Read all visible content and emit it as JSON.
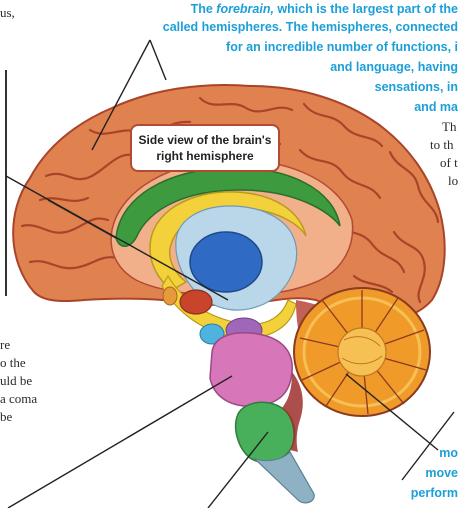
{
  "label_box": "Side view of the brain's right hemisphere",
  "top_left_fragment": "us,",
  "forebrain_intro": {
    "lead": "The ",
    "term": "forebrain,",
    "rest": " which is the largest part of the"
  },
  "blue_lines": [
    "called hemispheres. The hemispheres, connected",
    "for an incredible number of functions, i",
    "and language, having",
    "sensations, in",
    "and ma"
  ],
  "right_fragments": [
    "Th",
    "to th",
    "of t",
    "lo"
  ],
  "left_fragments": [
    "re",
    "o the",
    "uld be",
    "a coma",
    "be"
  ],
  "bottom_right_blue": [
    "mo",
    "move",
    "perform"
  ],
  "colors": {
    "cortex": "#e0824f",
    "gyri": "#a9442a",
    "accent_blue": "#1b9fd9",
    "cerebellum": "#f09a2a",
    "pons": "#d777b9",
    "medulla": "#48b05a"
  }
}
